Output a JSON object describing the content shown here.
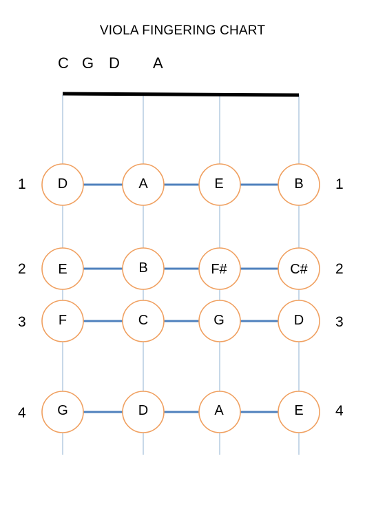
{
  "title": "VIOLA FINGERING CHART",
  "open_strings": [
    "C",
    "G",
    "D",
    "A"
  ],
  "rows": [
    {
      "finger": "1",
      "notes": [
        "D",
        "A",
        "E",
        "B"
      ]
    },
    {
      "finger": "2",
      "notes": [
        "E",
        "B",
        "F#",
        "C#"
      ]
    },
    {
      "finger": "3",
      "notes": [
        "F",
        "C",
        "G",
        "D"
      ]
    },
    {
      "finger": "4",
      "notes": [
        "G",
        "D",
        "A",
        "E"
      ]
    }
  ],
  "colors": {
    "nut": "#000000",
    "string": "#a9c4dc",
    "circle_stroke": "#f0a060",
    "connector": "#4f81bd"
  }
}
